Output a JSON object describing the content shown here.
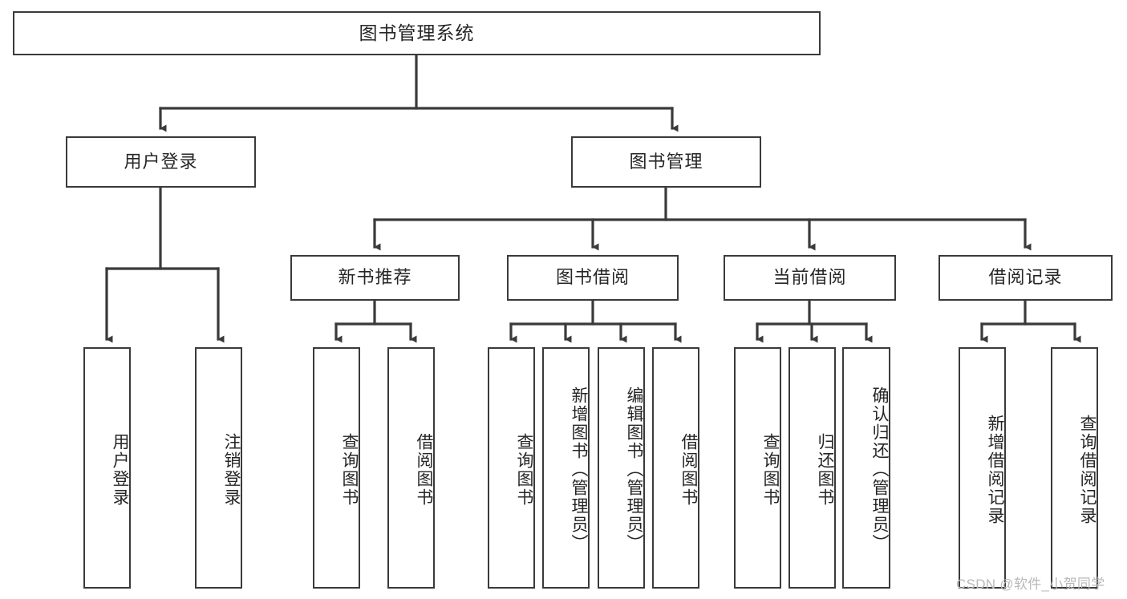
{
  "diagram": {
    "type": "tree-hierarchy-diagram",
    "title": "图书管理系统",
    "watermark": "CSDN @软件_小贺同学",
    "colors": {
      "box_border": "#3a3a3a",
      "connector": "#3a3a3a",
      "background": "#ffffff",
      "text": "#262626",
      "watermark": "#b9b9b9"
    },
    "levels": {
      "level1": [
        {
          "id": "root",
          "label": "图书管理系统",
          "orientation": "horizontal"
        }
      ],
      "level2": [
        {
          "id": "user-login",
          "label": "用户登录",
          "orientation": "horizontal"
        },
        {
          "id": "book-manage",
          "label": "图书管理",
          "orientation": "horizontal"
        }
      ],
      "level3": [
        {
          "id": "new-book-rec",
          "label": "新书推荐",
          "orientation": "horizontal"
        },
        {
          "id": "book-borrow",
          "label": "图书借阅",
          "orientation": "horizontal"
        },
        {
          "id": "current-borrow",
          "label": "当前借阅",
          "orientation": "horizontal"
        },
        {
          "id": "borrow-record",
          "label": "借阅记录",
          "orientation": "horizontal"
        }
      ],
      "level4": [
        {
          "id": "leaf-user-login",
          "label": "用户登录",
          "orientation": "vertical",
          "parent": "user-login"
        },
        {
          "id": "leaf-user-logout",
          "label": "注销登录",
          "orientation": "vertical",
          "parent": "user-login"
        },
        {
          "id": "leaf-query-book-1",
          "label": "查询图书",
          "orientation": "vertical",
          "parent": "new-book-rec"
        },
        {
          "id": "leaf-borrow-book-1",
          "label": "借阅图书",
          "orientation": "vertical",
          "parent": "new-book-rec"
        },
        {
          "id": "leaf-query-book-2",
          "label": "查询图书",
          "orientation": "vertical",
          "parent": "book-borrow"
        },
        {
          "id": "leaf-add-book",
          "label": "新增图书（管理员）",
          "orientation": "vertical",
          "parent": "book-borrow"
        },
        {
          "id": "leaf-edit-book",
          "label": "编辑图书（管理员）",
          "orientation": "vertical",
          "parent": "book-borrow"
        },
        {
          "id": "leaf-borrow-book-2",
          "label": "借阅图书",
          "orientation": "vertical",
          "parent": "book-borrow"
        },
        {
          "id": "leaf-query-book-3",
          "label": "查询图书",
          "orientation": "vertical",
          "parent": "current-borrow"
        },
        {
          "id": "leaf-return-book",
          "label": "归还图书",
          "orientation": "vertical",
          "parent": "current-borrow"
        },
        {
          "id": "leaf-confirm-return",
          "label": "确认归还（管理员）",
          "orientation": "vertical",
          "parent": "current-borrow"
        },
        {
          "id": "leaf-add-record",
          "label": "新增借阅记录",
          "orientation": "vertical",
          "parent": "borrow-record"
        },
        {
          "id": "leaf-query-record",
          "label": "查询借阅记录",
          "orientation": "vertical",
          "parent": "borrow-record"
        }
      ]
    }
  }
}
